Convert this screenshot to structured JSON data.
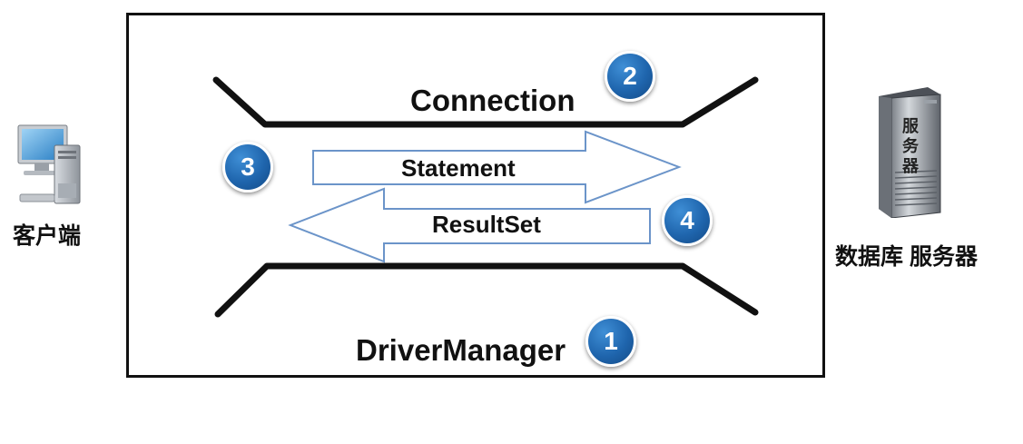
{
  "diagram": {
    "connection": "Connection",
    "statement": "Statement",
    "resultset": "ResultSet",
    "driver_manager": "DriverManager",
    "badges": [
      "1",
      "2",
      "3",
      "4"
    ],
    "client_label": "客户端",
    "server_label": "数据库 服务器",
    "server_icon_text": "服务器"
  },
  "colors": {
    "badge": "#1f65ad",
    "arrow_outline": "#6b94c9",
    "line": "#111111"
  },
  "icons": {
    "client": "desktop-computer-icon",
    "server": "server-tower-icon"
  }
}
